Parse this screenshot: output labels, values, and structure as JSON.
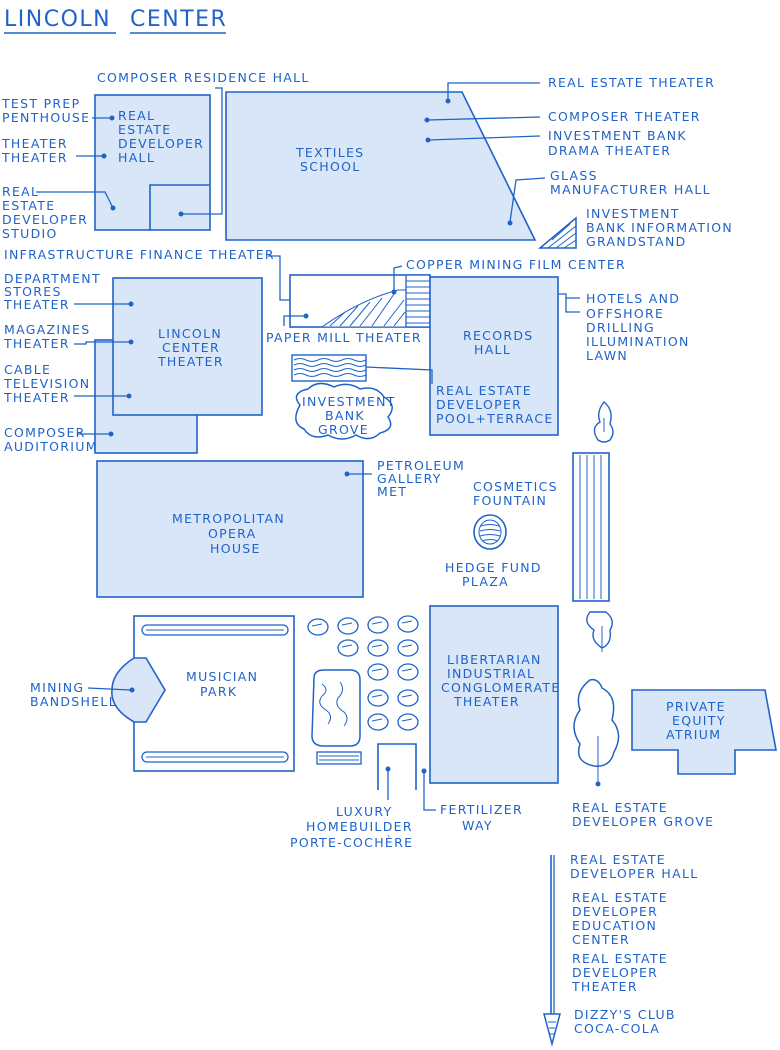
{
  "title": {
    "line1": "LINCOLN",
    "line2": "CENTER"
  },
  "colors": {
    "ink": "#1f63c9",
    "fill": "#d8e6f7"
  },
  "labels": {
    "composer_residence_hall": "COMPOSER RESIDENCE HALL",
    "test_prep_penthouse": [
      "TEST PREP",
      "PENTHOUSE"
    ],
    "theater_theater": [
      "THEATER",
      "THEATER"
    ],
    "re_developer_studio": [
      "REAL",
      "ESTATE",
      "DEVELOPER",
      "STUDIO"
    ],
    "re_developer_hall": [
      "REAL",
      "ESTATE",
      "DEVELOPER",
      "HALL"
    ],
    "textiles_school": [
      "TEXTILES",
      "SCHOOL"
    ],
    "real_estate_theater": "REAL ESTATE THEATER",
    "composer_theater": "COMPOSER THEATER",
    "investment_bank_drama": [
      "INVESTMENT BANK",
      "DRAMA THEATER"
    ],
    "glass_manufacturer_hall": [
      "GLASS",
      "MANUFACTURER HALL"
    ],
    "investment_bank_info": [
      "INVESTMENT",
      "BANK INFORMATION",
      "GRANDSTAND"
    ],
    "infrastructure_finance": "INFRASTRUCTURE FINANCE THEATER",
    "copper_mining": "COPPER MINING FILM CENTER",
    "hotels_offshore": [
      "HOTELS AND",
      "OFFSHORE",
      "DRILLING",
      "ILLUMINATION",
      "LAWN"
    ],
    "paper_mill_theater": "PAPER MILL THEATER",
    "records_hall": [
      "RECORDS",
      "HALL"
    ],
    "department_stores": [
      "DEPARTMENT",
      "STORES",
      "THEATER"
    ],
    "magazines_theater": [
      "MAGAZINES",
      "THEATER"
    ],
    "cable_television": [
      "CABLE",
      "TELEVISION",
      "THEATER"
    ],
    "composer_auditorium": [
      "COMPOSER",
      "AUDITORIUM"
    ],
    "lincoln_center_theater": [
      "LINCOLN",
      "CENTER",
      "THEATER"
    ],
    "investment_bank_grove": [
      "INVESTMENT",
      "BANK",
      "GROVE"
    ],
    "re_developer_pool": [
      "REAL ESTATE",
      "DEVELOPER",
      "POOL+TERRACE"
    ],
    "petroleum_gallery": [
      "PETROLEUM",
      "GALLERY",
      "MET"
    ],
    "metropolitan_opera": [
      "METROPOLITAN",
      "OPERA",
      "HOUSE"
    ],
    "cosmetics_fountain": [
      "COSMETICS",
      "FOUNTAIN"
    ],
    "hedge_fund_plaza": [
      "HEDGE FUND",
      "PLAZA"
    ],
    "mining_bandshell": [
      "MINING",
      "BANDSHELL"
    ],
    "musician_park": [
      "MUSICIAN",
      "PARK"
    ],
    "libertarian_theater": [
      "LIBERTARIAN",
      "INDUSTRIAL",
      "CONGLOMERATE",
      "THEATER"
    ],
    "private_equity_atrium": [
      "PRIVATE",
      "EQUITY",
      "ATRIUM"
    ],
    "re_developer_grove": [
      "REAL ESTATE",
      "DEVELOPER GROVE"
    ],
    "luxury_porte": [
      "LUXURY",
      "HOMEBUILDER",
      "PORTE-COCHÈRE"
    ],
    "fertilizer_way": [
      "FERTILIZER",
      "WAY"
    ],
    "re_developer_hall_south": [
      "REAL ESTATE",
      "DEVELOPER HALL"
    ],
    "re_developer_education": [
      "REAL ESTATE",
      "DEVELOPER",
      "EDUCATION",
      "CENTER"
    ],
    "re_developer_theater": [
      "REAL ESTATE",
      "DEVELOPER",
      "THEATER"
    ],
    "dizzys_club": [
      "DIZZY'S CLUB",
      "COCA-COLA"
    ]
  }
}
